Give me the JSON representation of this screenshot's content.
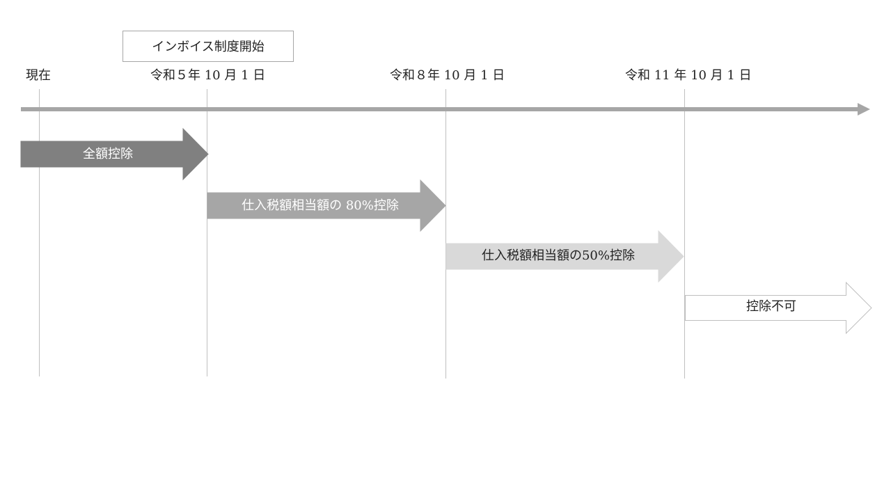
{
  "callout": {
    "text": "インボイス制度開始"
  },
  "milestones": [
    {
      "id": "now",
      "label": "現在"
    },
    {
      "id": "r5",
      "label": "令和５年 10 月 1 日"
    },
    {
      "id": "r8",
      "label": "令和８年 10 月 1 日"
    },
    {
      "id": "r11",
      "label": "令和 11 年 10 月 1 日"
    }
  ],
  "phases": [
    {
      "id": "full",
      "label": "全額控除",
      "fill": "#808080",
      "stroke": "#808080",
      "text_color": "#ffffff"
    },
    {
      "id": "eighty",
      "label": "仕入税額相当額の 80%控除",
      "fill": "#a6a6a6",
      "stroke": "#a6a6a6",
      "text_color": "#ffffff"
    },
    {
      "id": "fifty",
      "label": "仕入税額相当額の50%控除",
      "fill": "#d9d9d9",
      "stroke": "#d9d9d9",
      "text_color": "#222222"
    },
    {
      "id": "none",
      "label": "控除不可",
      "fill": "#ffffff",
      "stroke": "#bfbfbf",
      "text_color": "#222222"
    }
  ],
  "colors": {
    "timeline_arrow": "#a6a6a6",
    "guide_line": "#bfbfbf",
    "callout_border": "#a6a6a6"
  }
}
